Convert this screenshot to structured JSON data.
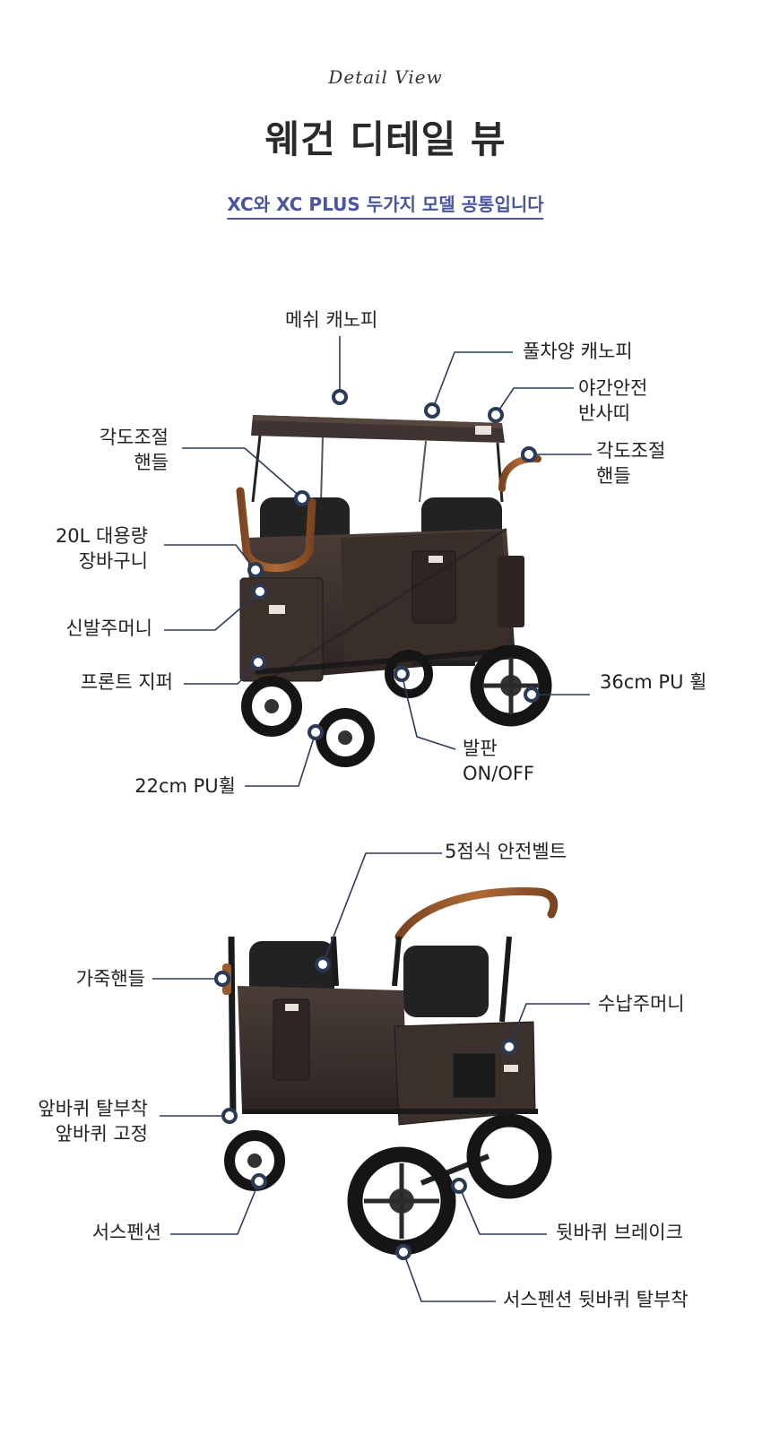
{
  "header": {
    "script_title": "Detail View",
    "title": "웨건 디테일 뷰",
    "subtitle": "XC와 XC PLUS 두가지 모델 공통입니다"
  },
  "wagon1": {
    "labels": {
      "mesh_canopy": "메쉬 캐노피",
      "full_canopy": "풀차양 캐노피",
      "reflector_line1": "야간안전",
      "reflector_line2": "반사띠",
      "angle_handle_left_line1": "각도조절",
      "angle_handle_left_line2": "핸들",
      "angle_handle_right_line1": "각도조절",
      "angle_handle_right_line2": "핸들",
      "basket_line1": "20L 대용량",
      "basket_line2": "장바구니",
      "shoe_pocket": "신발주머니",
      "front_zipper": "프론트 지퍼",
      "wheel_36": "36cm PU 휠",
      "footrest_line1": "발판",
      "footrest_line2": "ON/OFF",
      "wheel_22": "22cm PU휠"
    }
  },
  "wagon2": {
    "labels": {
      "seatbelt": "5점식 안전벨트",
      "leather_handle": "가죽핸들",
      "storage_pocket": "수납주머니",
      "front_wheel_line1": "앞바퀴 탈부착",
      "front_wheel_line2": "앞바퀴 고정",
      "suspension": "서스펜션",
      "rear_brake": "뒷바퀴 브레이크",
      "rear_suspension": "서스펜션 뒷바퀴 탈부착"
    }
  },
  "colors": {
    "accent": "#4a55a2",
    "marker": "#2b3a55",
    "fabric": "#3b2f2c",
    "leather": "#9a5a2e"
  }
}
